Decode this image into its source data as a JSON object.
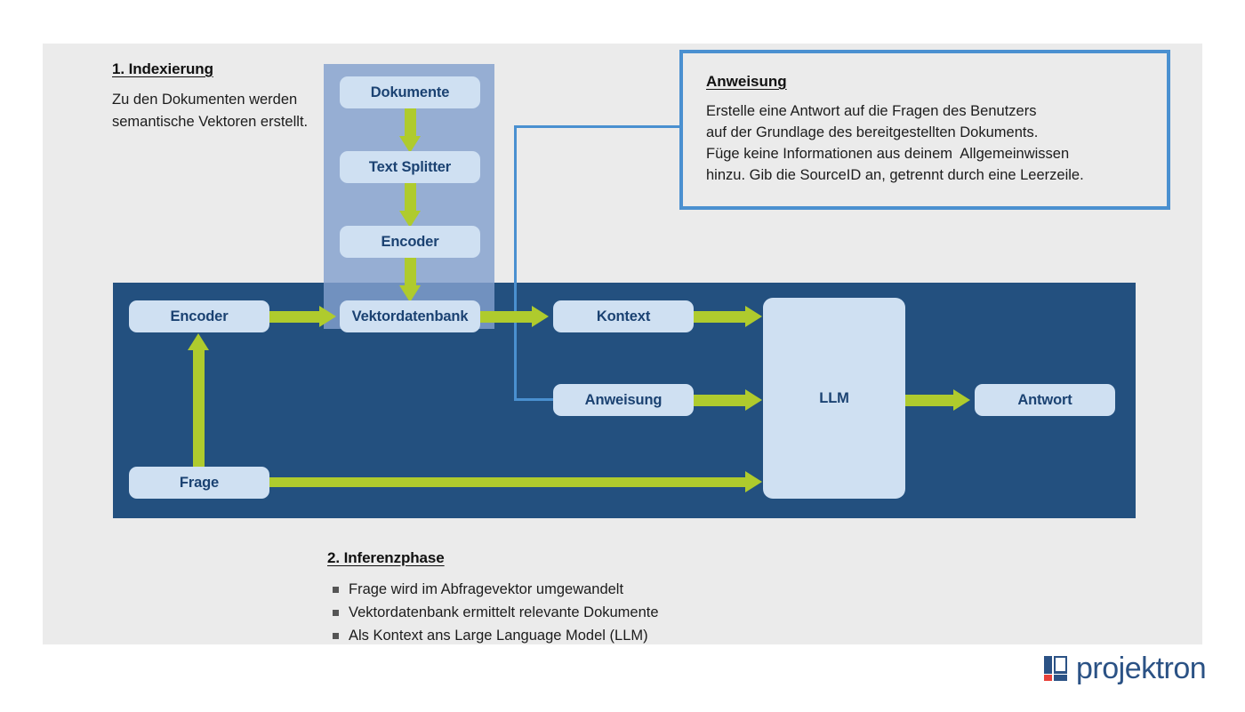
{
  "canvas": {
    "background_color": "#ebebeb",
    "page_background": "#ffffff"
  },
  "colors": {
    "dark_panel": "#23507f",
    "index_panel": "#82a0cd",
    "node_fill": "#cfe0f2",
    "node_text": "#1b4272",
    "arrow_green": "#afcb2d",
    "callout_border": "#4a90d0",
    "logo_blue": "#2b5285",
    "logo_red": "#e8413a"
  },
  "section1": {
    "title": "1. Indexierung",
    "body": "Zu den Dokumenten werden semantische Vektoren erstellt."
  },
  "callout": {
    "title": "Anweisung",
    "lines": [
      "Erstelle eine Antwort auf die Fragen des Benutzers",
      "auf der Grundlage des bereitgestellten Dokuments.",
      "Füge keine Informationen aus deinem  Allgemeinwissen",
      "hinzu. Gib die SourceID an, getrennt durch eine Leerzeile."
    ]
  },
  "nodes": {
    "dokumente": "Dokumente",
    "text_splitter": "Text Splitter",
    "encoder_index": "Encoder",
    "vektordatenbank": "Vektordatenbank",
    "encoder_query": "Encoder",
    "frage": "Frage",
    "kontext": "Kontext",
    "anweisung": "Anweisung",
    "llm": "LLM",
    "antwort": "Antwort"
  },
  "section2": {
    "title": "2. Inferenzphase",
    "bullets": [
      "Frage wird im Abfragevektor umgewandelt",
      "Vektordatenbank ermittelt relevante Dokumente",
      "Als Kontext ans Large Language Model (LLM)"
    ]
  },
  "logo": {
    "text": "projektron"
  }
}
